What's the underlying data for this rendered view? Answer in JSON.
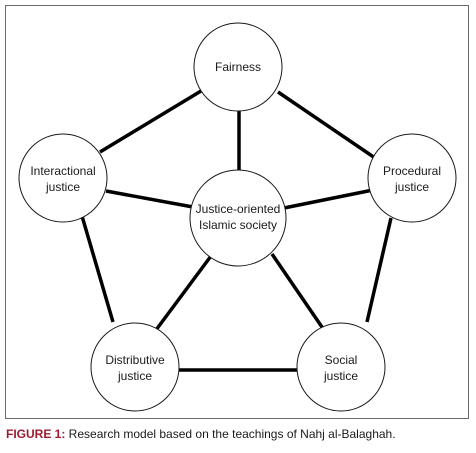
{
  "nodes": {
    "fairness": {
      "line1": "Fairness",
      "line2": ""
    },
    "interactional": {
      "line1": "Interactional",
      "line2": "justice"
    },
    "procedural": {
      "line1": "Procedural",
      "line2": "justice"
    },
    "center": {
      "line1": "Justice-oriented",
      "line2": "Islamic society"
    },
    "distributive": {
      "line1": "Distributive",
      "line2": "justice"
    },
    "social": {
      "line1": "Social",
      "line2": "justice"
    }
  },
  "caption": {
    "label": "FIGURE 1:",
    "text": " Research model based on the teachings of Nahj al-Balaghah."
  },
  "colors": {
    "caption_label": "#9e1b32",
    "line": "#000000",
    "circle_stroke": "#1a1a1a"
  }
}
